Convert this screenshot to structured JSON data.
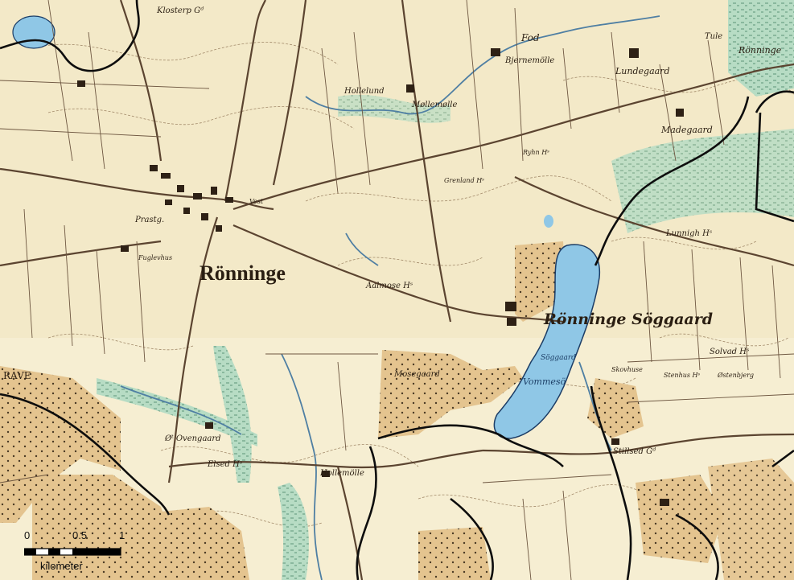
{
  "map": {
    "town": "Rönninge",
    "estate": "Rönninge Söggaard",
    "lake": "Vommesö",
    "lake_top": "Söggaard",
    "labels": {
      "klosterp": "Klosterp Gᵈ",
      "fod": "Fod",
      "bjernemolle": "Bjernemölle",
      "lundegaard": "Lundegaard",
      "tule": "Tule",
      "ronninge_ne": "Rönninge",
      "hollelund": "Hollelund",
      "mollemolle": "Møllemølle",
      "madegaard": "Madegaard",
      "ryhn": "Ryhn Hˢ",
      "grenland": "Grenland Hˢ",
      "prastg": "Prastg.",
      "fuglevhus": "Fuglevhus",
      "vest": "Vest",
      "aalmose": "Aalmose Hˢ",
      "lunnigh": "Lunnigh Hˢ",
      "rave": "RAVE",
      "ovengaard": "Øᵗ Ovengaard",
      "elsed": "Elsed Hˢ",
      "hollemolle": "Hollemölle",
      "stillsed": "Stillsed Gᵈ",
      "mosegaard": "Mosegaard",
      "solved": "Solvad Hˢ",
      "skovhuse": "Skovhuse",
      "stenhus": "Stenhus Hˢ",
      "ostenbjerg": "Østenbjerg"
    }
  },
  "scale": {
    "tick_0": "0",
    "tick_mid": "0.5",
    "tick_end": "1",
    "unit": "kilometer"
  },
  "colors": {
    "paper": "#f3e9c8",
    "water": "#8fc7e6",
    "wetland": "#b7dcc4",
    "heath": "#e4c48f",
    "road": "#5b4430",
    "boundary": "#0d0d0d",
    "stream": "#4f7fa3",
    "contour": "#a28a6a"
  }
}
